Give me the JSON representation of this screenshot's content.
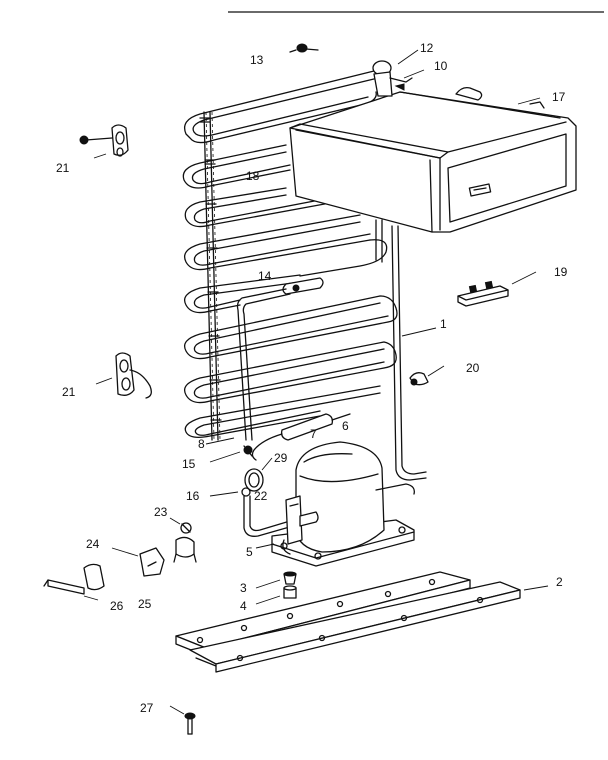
{
  "diagram": {
    "labels": [
      {
        "id": "13",
        "text": "13"
      },
      {
        "id": "12",
        "text": "12"
      },
      {
        "id": "10",
        "text": "10"
      },
      {
        "id": "17",
        "text": "17"
      },
      {
        "id": "21a",
        "text": "21"
      },
      {
        "id": "18",
        "text": "18"
      },
      {
        "id": "14",
        "text": "14"
      },
      {
        "id": "19",
        "text": "19"
      },
      {
        "id": "1",
        "text": "1"
      },
      {
        "id": "20",
        "text": "20"
      },
      {
        "id": "21b",
        "text": "21"
      },
      {
        "id": "8",
        "text": "8"
      },
      {
        "id": "7",
        "text": "7"
      },
      {
        "id": "6",
        "text": "6"
      },
      {
        "id": "15",
        "text": "15"
      },
      {
        "id": "29",
        "text": "29"
      },
      {
        "id": "16",
        "text": "16"
      },
      {
        "id": "22",
        "text": "22"
      },
      {
        "id": "23",
        "text": "23"
      },
      {
        "id": "24",
        "text": "24"
      },
      {
        "id": "5",
        "text": "5"
      },
      {
        "id": "3",
        "text": "3"
      },
      {
        "id": "2",
        "text": "2"
      },
      {
        "id": "4",
        "text": "4"
      },
      {
        "id": "26",
        "text": "26"
      },
      {
        "id": "25",
        "text": "25"
      },
      {
        "id": "27",
        "text": "27"
      }
    ]
  }
}
